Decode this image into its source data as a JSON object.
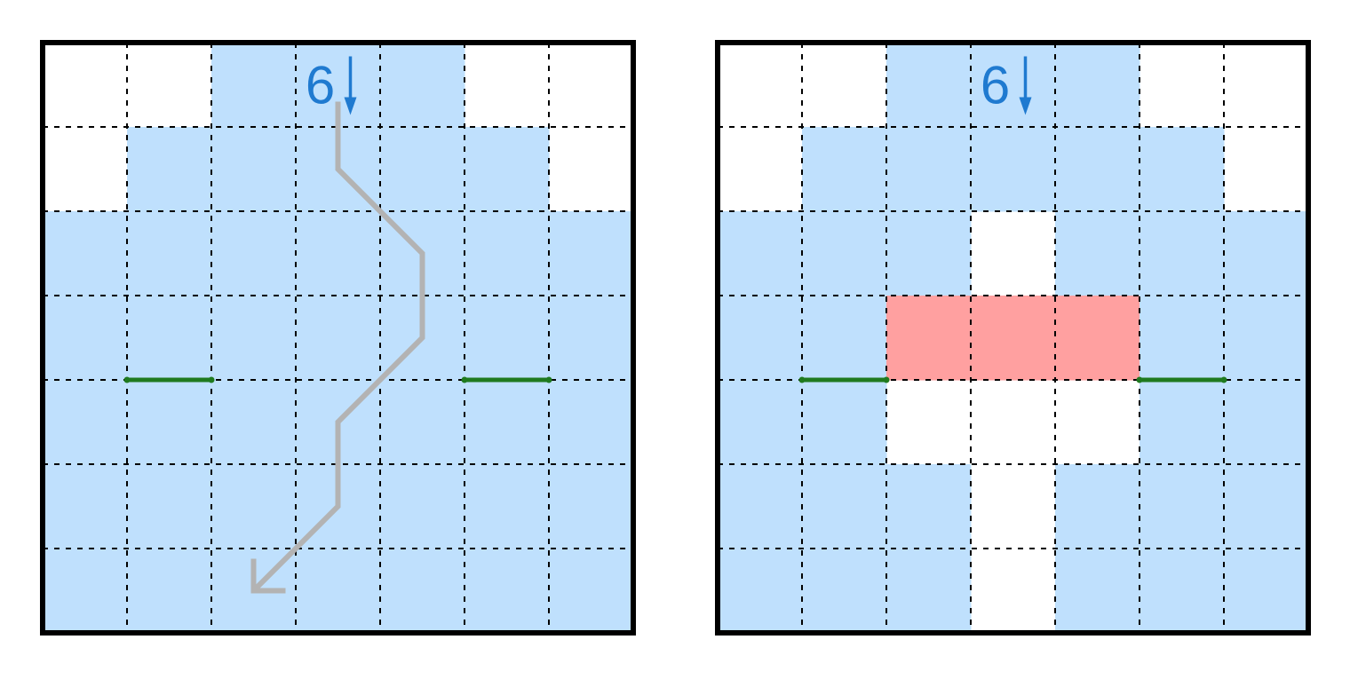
{
  "colors": {
    "shade": "#bfe0fd",
    "highlight": "#ffa0a0",
    "border": "#000000",
    "grid": "#000000",
    "wall": "#1f7a1f",
    "path": "#b3b3b3",
    "clue": "#1f7ad0"
  },
  "puzzles": [
    {
      "name": "left",
      "grid_size": 7,
      "clue": {
        "label": "6",
        "arrow": "down-arrow",
        "col": 3,
        "row": 0
      },
      "shaded": [
        [
          false,
          false,
          true,
          true,
          true,
          false,
          false
        ],
        [
          false,
          true,
          true,
          true,
          true,
          true,
          false
        ],
        [
          true,
          true,
          true,
          true,
          true,
          true,
          true
        ],
        [
          true,
          true,
          true,
          true,
          true,
          true,
          true
        ],
        [
          true,
          true,
          true,
          true,
          true,
          true,
          true
        ],
        [
          true,
          true,
          true,
          true,
          true,
          true,
          true
        ],
        [
          true,
          true,
          true,
          true,
          true,
          true,
          true
        ]
      ],
      "highlighted": [],
      "walls": [
        {
          "row_line": 4,
          "from_col": 1,
          "to_col": 2
        },
        {
          "row_line": 4,
          "from_col": 5,
          "to_col": 6
        }
      ],
      "path": [
        [
          3.5,
          0.7
        ],
        [
          3.5,
          1.5
        ],
        [
          4.5,
          2.5
        ],
        [
          4.5,
          3.5
        ],
        [
          3.5,
          4.5
        ],
        [
          3.5,
          5.5
        ],
        [
          2.5,
          6.5
        ]
      ]
    },
    {
      "name": "right",
      "grid_size": 7,
      "clue": {
        "label": "6",
        "arrow": "down-arrow",
        "col": 3,
        "row": 0
      },
      "shaded": [
        [
          false,
          false,
          true,
          true,
          true,
          false,
          false
        ],
        [
          false,
          true,
          true,
          true,
          true,
          true,
          false
        ],
        [
          true,
          true,
          true,
          false,
          true,
          true,
          true
        ],
        [
          true,
          true,
          false,
          false,
          false,
          true,
          true
        ],
        [
          true,
          true,
          false,
          false,
          false,
          true,
          true
        ],
        [
          true,
          true,
          true,
          false,
          true,
          true,
          true
        ],
        [
          true,
          true,
          true,
          false,
          true,
          true,
          true
        ]
      ],
      "highlighted": [
        [
          3,
          2
        ],
        [
          3,
          3
        ],
        [
          3,
          4
        ]
      ],
      "walls": [
        {
          "row_line": 4,
          "from_col": 1,
          "to_col": 2
        },
        {
          "row_line": 4,
          "from_col": 5,
          "to_col": 6
        }
      ],
      "path": []
    }
  ]
}
